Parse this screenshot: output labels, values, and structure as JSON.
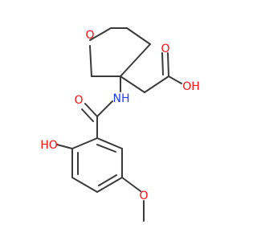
{
  "molecule": {
    "colors": {
      "bond": "#3a3a3a",
      "oxygen": "#ff0d0d",
      "nitrogen": "#1f3bff"
    },
    "atoms": {
      "ring_oxygen": "O",
      "acid_carbonyl_oxygen": "O",
      "acid_hydroxyl": "OH",
      "amide_nitrogen": "NH",
      "amide_oxygen": "O",
      "phenol_hydroxyl": "HO",
      "methoxy_oxygen": "O"
    }
  }
}
